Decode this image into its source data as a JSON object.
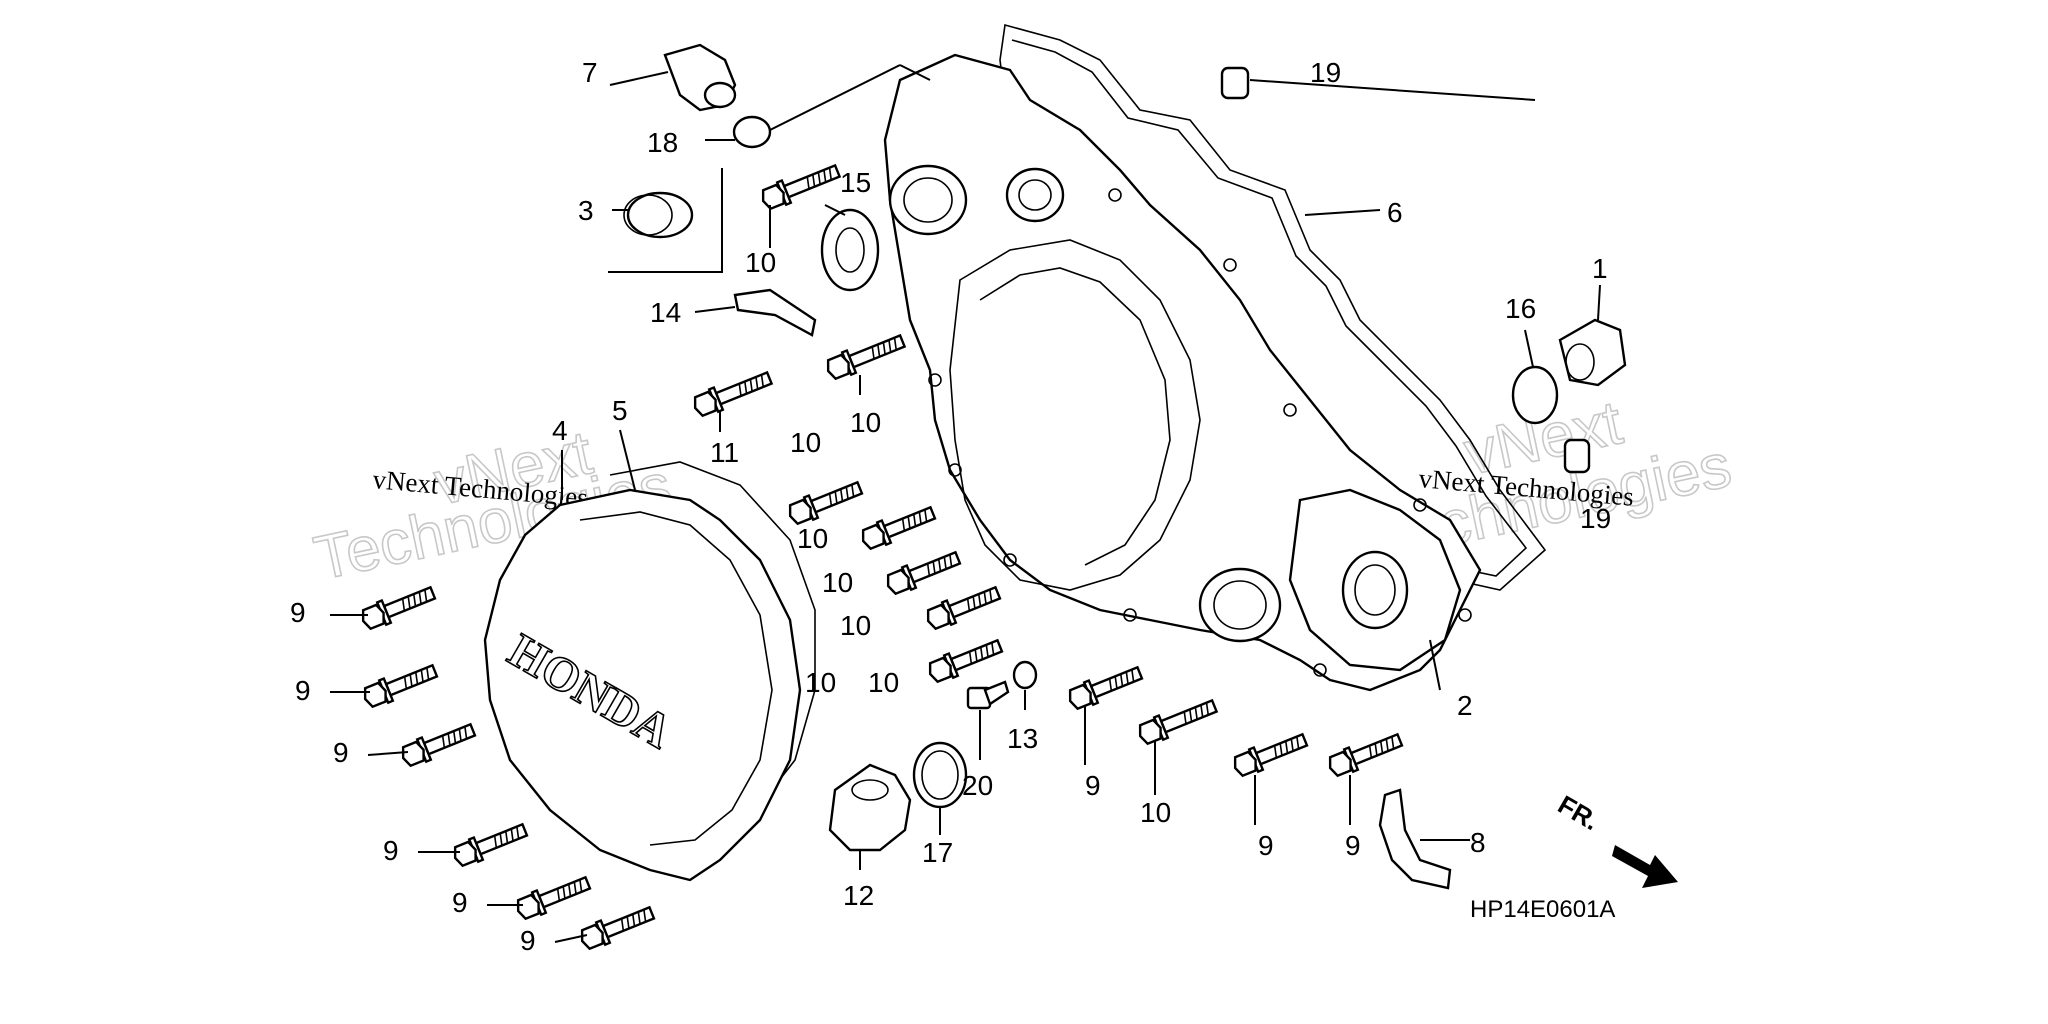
{
  "diagram": {
    "code": "HP14E0601A",
    "direction_label": "FR.",
    "brand_text": "HONDA",
    "watermark_outline": [
      "vNext",
      "Technologies"
    ],
    "watermark_plain": "vNext Technologies"
  },
  "callouts": {
    "c1": "1",
    "c2": "2",
    "c3": "3",
    "c4": "4",
    "c5": "5",
    "c6": "6",
    "c7": "7",
    "c8": "8",
    "c11": "11",
    "c12": "12",
    "c13": "13",
    "c14": "14",
    "c15": "15",
    "c16": "16",
    "c17": "17",
    "c18": "18",
    "c19a": "19",
    "c19b": "19",
    "c20": "20",
    "c9_1": "9",
    "c9_2": "9",
    "c9_3": "9",
    "c9_4": "9",
    "c9_5": "9",
    "c9_6": "9",
    "c9_7": "9",
    "c9_8": "9",
    "c9_9": "9",
    "c10_1": "10",
    "c10_2": "10",
    "c10_3": "10",
    "c10_4": "10",
    "c10_5": "10",
    "c10_6": "10",
    "c10_7": "10",
    "c10_8": "10",
    "c10_9": "10"
  }
}
